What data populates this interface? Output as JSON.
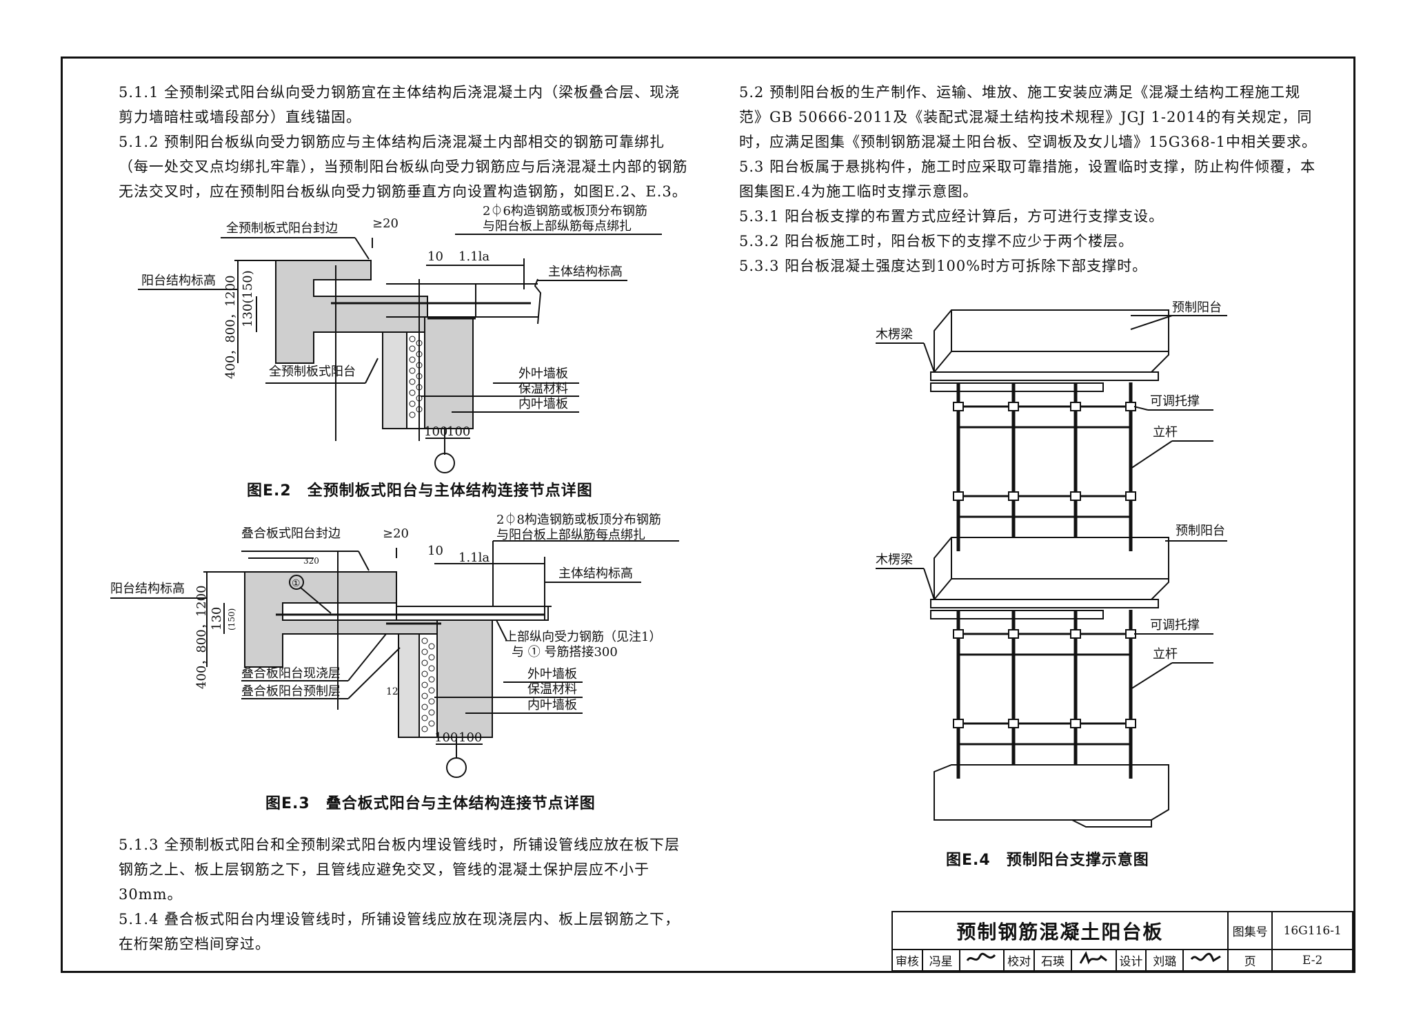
{
  "left_top_paragraphs": [
    "5.1.1 全预制梁式阳台纵向受力钢筋宜在主体结构后浇混凝土内（梁板叠合层、现浇剪力墙暗柱或墙段部分）直线锚固。",
    "5.1.2 预制阳台板纵向受力钢筋应与主体结构后浇混凝土内部相交的钢筋可靠绑扎（每一处交叉点均绑扎牢靠），当预制阳台板纵向受力钢筋应与后浇混凝土内部的钢筋无法交叉时，应在预制阳台板纵向受力钢筋垂直方向设置构造钢筋，如图E.2、E.3。"
  ],
  "left_bottom_paragraphs": [
    "5.1.3 全预制板式阳台和全预制梁式阳台板内埋设管线时，所铺设管线应放在板下层钢筋之上、板上层钢筋之下，且管线应避免交叉，管线的混凝土保护层应不小于30mm。",
    "5.1.4 叠合板式阳台内埋设管线时，所铺设管线应放在现浇层内、板上层钢筋之下，在桁架筋空档间穿过。"
  ],
  "right_top_paragraphs": [
    "5.2 预制阳台板的生产制作、运输、堆放、施工安装应满足《混凝土结构工程施工规范》GB 50666-2011及《装配式混凝土结构技术规程》JGJ 1-2014的有关规定，同时，应满足图集《预制钢筋混凝土阳台板、空调板及女儿墙》15G368-1中相关要求。",
    "5.3 阳台板属于悬挑构件，施工时应采取可靠措施，设置临时支撑，防止构件倾覆，本图集图E.4为施工临时支撑示意图。",
    "5.3.1 阳台板支撑的布置方式应经计算后，方可进行支撑支设。",
    "5.3.2 阳台板施工时，阳台板下的支撑不应少于两个楼层。",
    "5.3.3 阳台板混凝土强度达到100%时方可拆除下部支撑时。"
  ],
  "fig_e2": {
    "caption": "图E.2　全预制板式阳台与主体结构连接节点详图",
    "labels": {
      "edge": "全预制板式阳台封边",
      "ge20": "≥20",
      "rebar_note_1": "2⏀6构造钢筋或板顶分布钢筋",
      "rebar_note_2": "与阳台板上部纵筋每点绑扎",
      "ten": "10",
      "la": "1.1la",
      "main_level": "主体结构标高",
      "balcony_level": "阳台结构标高",
      "dim_130": "130(150)",
      "dim_range": "400，800，1200",
      "balcony": "全预制板式阳台",
      "outer": "外叶墙板",
      "insul": "保温材料",
      "inner": "内叶墙板",
      "dim_100a": "100",
      "dim_100b": "100"
    }
  },
  "fig_e3": {
    "caption": "图E.3　叠合板式阳台与主体结构连接节点详图",
    "labels": {
      "edge": "叠合板式阳台封边",
      "ge20": "≥20",
      "rebar_note_1": "2⏀8构造钢筋或板顶分布钢筋",
      "rebar_note_2": "与阳台板上部纵筋每点绑扎",
      "ten": "10",
      "la": "1.1la",
      "d320": "320",
      "circle1": "①",
      "main_level": "主体结构标高",
      "balcony_level": "阳台结构标高",
      "dim_130": "130",
      "dim_150": "(150)",
      "dim_range": "400，800，1200",
      "upper_note_1": "上部纵向受力钢筋（见注1）",
      "upper_note_2": "与 ① 号筋搭接300",
      "castlayer": "叠合板阳台现浇层",
      "precastlayer": "叠合板阳台预制层",
      "twelve": "12",
      "outer": "外叶墙板",
      "insul": "保温材料",
      "inner": "内叶墙板",
      "dim_100a": "100",
      "dim_100b": "100"
    }
  },
  "fig_e4": {
    "caption": "图E.4　预制阳台支撑示意图",
    "labels": {
      "balcony_top": "预制阳台",
      "beam_top": "木楞梁",
      "jack_top": "可调托撑",
      "pole_top": "立杆",
      "balcony_mid": "预制阳台",
      "beam_mid": "木楞梁",
      "jack_mid": "可调托撑",
      "pole_mid": "立杆"
    }
  },
  "title_block": {
    "title": "预制钢筋混凝土阳台板",
    "atlas_label": "图集号",
    "atlas_no": "16G116-1",
    "review": "审核",
    "reviewer": "冯星",
    "check": "校对",
    "checker": "石瑛",
    "design": "设计",
    "designer": "刘璐",
    "page_label": "页",
    "page_no": "E-2"
  }
}
